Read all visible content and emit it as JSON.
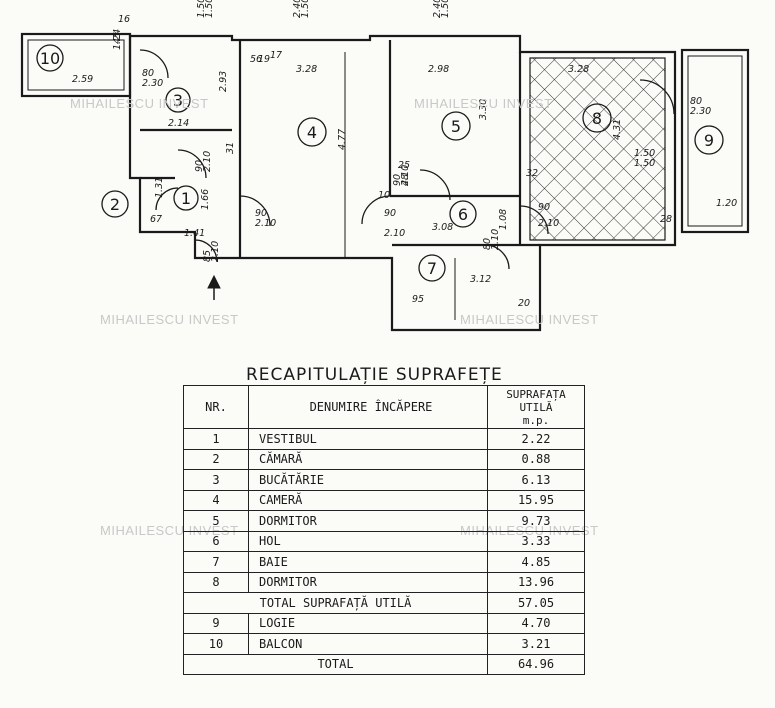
{
  "watermark": "MIHAILESCU INVEST",
  "plan": {
    "rooms": [
      {
        "no": "1"
      },
      {
        "no": "2"
      },
      {
        "no": "3"
      },
      {
        "no": "4"
      },
      {
        "no": "5"
      },
      {
        "no": "6"
      },
      {
        "no": "7"
      },
      {
        "no": "8"
      },
      {
        "no": "9"
      },
      {
        "no": "10"
      }
    ],
    "dims": [
      "1.24",
      "2.59",
      "80",
      "2.30",
      "2.93",
      "2.14",
      "1.50",
      "1.50",
      "2.40",
      "1.50",
      "3.28",
      "4.77",
      "2.40",
      "1.50",
      "2.98",
      "3.30",
      "3.28",
      "4.31",
      "80",
      "2.30",
      "1.50",
      "1.50",
      "1.20",
      "1.31",
      "67",
      "1.66",
      "1.41",
      "90",
      "2.10",
      "90",
      "2.10",
      "85",
      "2.10",
      "90",
      "2.10",
      "90",
      "2.10",
      "3.08",
      "1.08",
      "90",
      "2.10",
      "80",
      "2.10",
      "3.12",
      "95",
      "16",
      "45",
      "56",
      "17",
      "19",
      "31",
      "25",
      "48",
      "32",
      "10",
      "20",
      "28"
    ]
  },
  "recap": {
    "title": "RECAPITULAȚIE SUPRAFEȚE",
    "headers": {
      "nr": "NR.",
      "name": "DENUMIRE ÎNCĂPERE",
      "area": "SUPRAFAȚA UTILĂ",
      "unit": "m.p."
    },
    "rows": [
      {
        "nr": "1",
        "name": "VESTIBUL",
        "area": "2.22"
      },
      {
        "nr": "2",
        "name": "CĂMARĂ",
        "area": "0.88"
      },
      {
        "nr": "3",
        "name": "BUCĂTĂRIE",
        "area": "6.13"
      },
      {
        "nr": "4",
        "name": "CAMERĂ",
        "area": "15.95"
      },
      {
        "nr": "5",
        "name": "DORMITOR",
        "area": "9.73"
      },
      {
        "nr": "6",
        "name": "HOL",
        "area": "3.33"
      },
      {
        "nr": "7",
        "name": "BAIE",
        "area": "4.85"
      },
      {
        "nr": "8",
        "name": "DORMITOR",
        "area": "13.96"
      }
    ],
    "total_util": {
      "label": "TOTAL SUPRAFAȚĂ UTILĂ",
      "area": "57.05"
    },
    "extra_rows": [
      {
        "nr": "9",
        "name": "LOGIE",
        "area": "4.70"
      },
      {
        "nr": "10",
        "name": "BALCON",
        "area": "3.21"
      }
    ],
    "total": {
      "label": "TOTAL",
      "area": "64.96"
    }
  }
}
